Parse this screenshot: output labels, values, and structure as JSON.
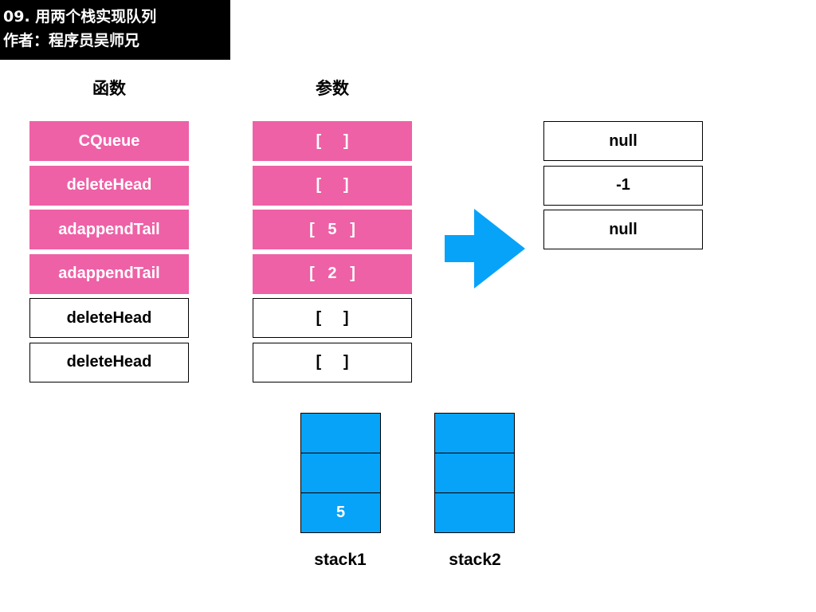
{
  "header": {
    "title": "09. 用两个栈实现队列",
    "author": "作者：程序员吴师兄"
  },
  "headings": {
    "functions": "函数",
    "params": "参数"
  },
  "functions": [
    "CQueue",
    "deleteHead",
    "adappendTail",
    "adappendTail",
    "deleteHead",
    "deleteHead"
  ],
  "params": [
    "[     ]",
    "[     ]",
    "[   5   ]",
    "[   2   ]",
    "[     ]",
    "[     ]"
  ],
  "highlighted_rows": 4,
  "results": [
    "null",
    "-1",
    "null"
  ],
  "stacks": [
    {
      "label": "stack1",
      "slots": [
        "",
        "",
        "5"
      ]
    },
    {
      "label": "stack2",
      "slots": [
        "",
        "",
        ""
      ]
    }
  ],
  "colors": {
    "pink": "#ee61a6",
    "blue": "#07a3f8",
    "header_bg": "#000000"
  }
}
